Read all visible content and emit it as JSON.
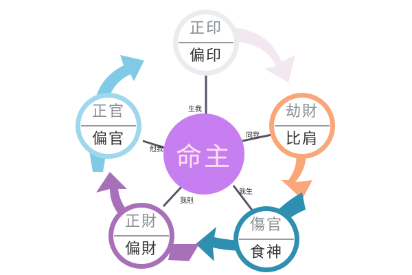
{
  "center": {
    "label": "命主",
    "color": "#c77ef0"
  },
  "nodes": [
    {
      "id": "yin",
      "top": "正印",
      "bottom": "偏印",
      "color": "#e8e8ec",
      "relation": "生我"
    },
    {
      "id": "bijie",
      "top": "劫財",
      "bottom": "比肩",
      "color": "#f9a779",
      "relation": "同我"
    },
    {
      "id": "shishang",
      "top": "傷官",
      "bottom": "食神",
      "color": "#2e8fb0",
      "relation": "我生"
    },
    {
      "id": "cai",
      "top": "正財",
      "bottom": "偏財",
      "color": "#a870b8",
      "relation": "我剋"
    },
    {
      "id": "guan",
      "top": "正官",
      "bottom": "偏官",
      "color": "#7fcbe6",
      "relation": "剋我"
    }
  ]
}
